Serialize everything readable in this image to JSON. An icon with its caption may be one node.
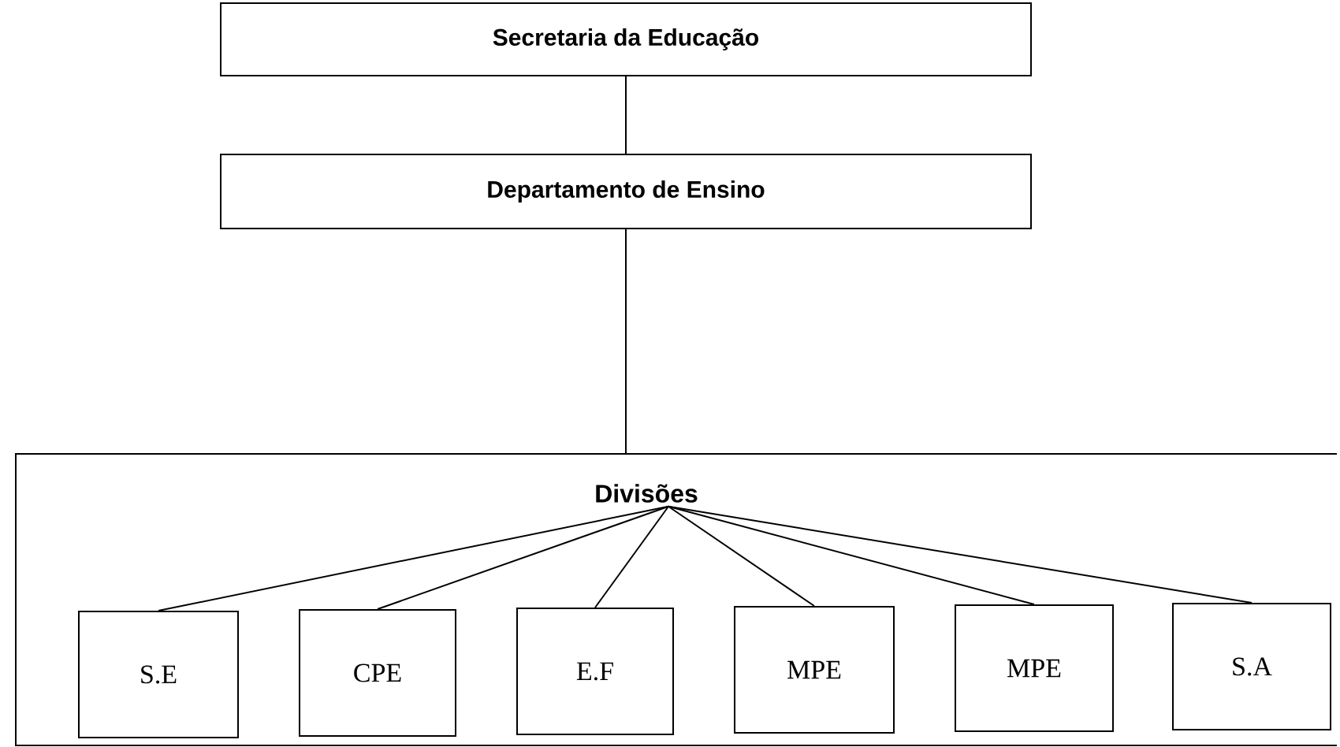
{
  "diagram": {
    "nodes": [
      {
        "text": [
          "Secretaria da Educação"
        ]
      },
      {
        "text": [
          "Departamento de Ensino"
        ]
      },
      {
        "text": [],
        "shape": "box"
      },
      {
        "text": [
          "Divisões"
        ],
        "in": 2
      },
      {
        "text": [
          "S.E"
        ],
        "in": 2
      },
      {
        "text": [
          "CPE"
        ],
        "in": 2
      },
      {
        "text": [
          "E.F"
        ],
        "in": 2
      },
      {
        "text": [
          "MPE"
        ],
        "in": 2
      },
      {
        "text": [
          "MPE"
        ],
        "in": 2
      },
      {
        "text": [
          "S.A"
        ],
        "in": 2
      }
    ],
    "edges": [
      {
        "from": 0,
        "to": 1,
        "arrow": "none"
      },
      {
        "from": 1,
        "to": 2,
        "arrow": "none"
      },
      {
        "from": 3,
        "to": 4,
        "arrow": "none"
      },
      {
        "from": 3,
        "to": 5,
        "arrow": "none"
      },
      {
        "from": 3,
        "to": 6,
        "arrow": "none"
      },
      {
        "from": 3,
        "to": 7,
        "arrow": "none"
      },
      {
        "from": 3,
        "to": 8,
        "arrow": "none"
      },
      {
        "from": 3,
        "to": 9,
        "arrow": "none"
      }
    ]
  }
}
